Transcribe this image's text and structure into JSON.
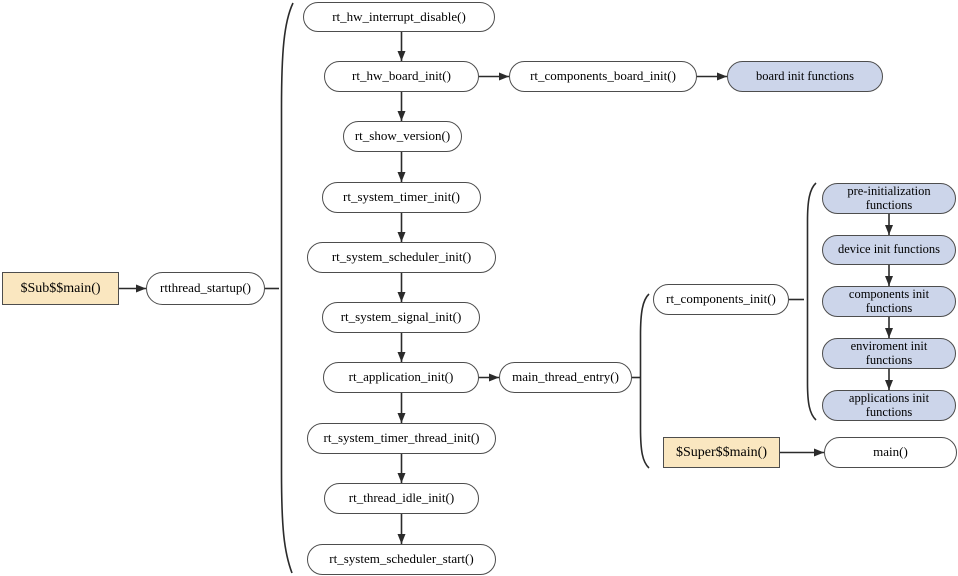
{
  "colors": {
    "background": "#ffffff",
    "node_fill": "#ffffff",
    "node_border": "#4d4d4d",
    "connector": "#2b2b2b",
    "blue_fill": "#ccd5ea",
    "tan_fill": "#fae7c0"
  },
  "flow": {
    "entry": {
      "sub_main": "$Sub$$main()",
      "rtthread_startup": "rtthread_startup()"
    },
    "startup_sequence": [
      "rt_hw_interrupt_disable()",
      "rt_hw_board_init()",
      "rt_show_version()",
      "rt_system_timer_init()",
      "rt_system_scheduler_init()",
      "rt_system_signal_init()",
      "rt_application_init()",
      "rt_system_timer_thread_init()",
      "rt_thread_idle_init()",
      "rt_system_scheduler_start()"
    ],
    "board_init": {
      "components_board_init": "rt_components_board_init()",
      "board_init_functions": "board init functions"
    },
    "application": {
      "main_thread_entry": "main_thread_entry()",
      "components_init": "rt_components_init()",
      "super_main": "$Super$$main()",
      "main": "main()"
    },
    "component_groups": [
      "pre-initialization functions",
      "device init functions",
      "components init functions",
      "enviroment init functions",
      "applications init functions"
    ]
  }
}
